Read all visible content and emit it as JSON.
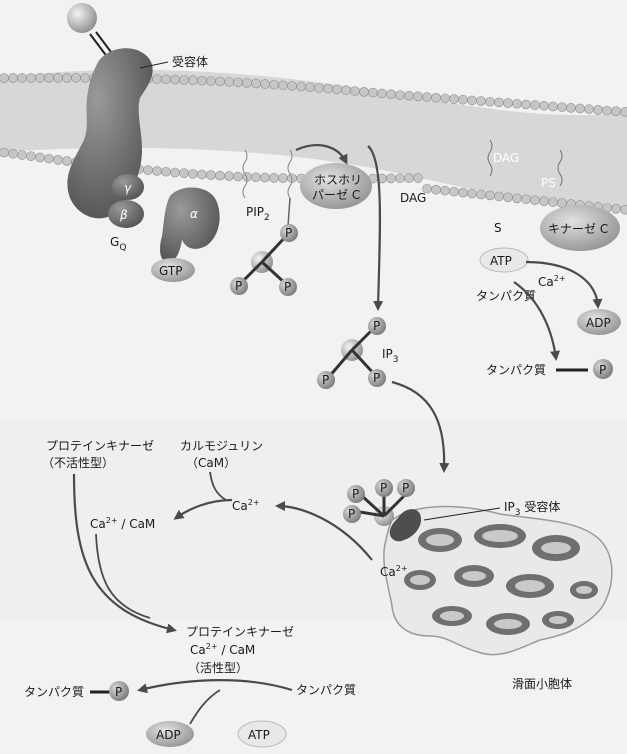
{
  "labels": {
    "receptor": "受容体",
    "gq": "G",
    "gq_sub": "Q",
    "gamma": "γ",
    "beta": "β",
    "alpha": "α",
    "gtp": "GTP",
    "pip": "PIP",
    "pip_sub": "2",
    "plc_line1": "ホスホリ",
    "plc_line2": "パーゼ C",
    "dag": "DAG",
    "dag_membrane": "DAG",
    "ps": "PS",
    "s": "S",
    "pkc": "キナーゼ C",
    "atp_top": "ATP",
    "ca_top": "Ca",
    "ca_top_sup": "2+",
    "protein_top": "タンパク質",
    "adp_top": "ADP",
    "protein_p_top": "タンパク質",
    "p": "P",
    "ip3": "IP",
    "ip3_sub": "3",
    "pk_inactive_line1": "プロテインキナーゼ",
    "pk_inactive_line2": "（不活性型）",
    "calmodulin_line1": "カルモジュリン",
    "calmodulin_line2": "（CaM）",
    "ca_mid": "Ca",
    "ca_mid_sup": "2+",
    "ca_cam": "Ca",
    "ca_cam_sup": "2+",
    "ca_cam_rest": " / CaM",
    "ip3_receptor": "IP",
    "ip3_receptor_sub": "3",
    "ip3_receptor_rest": " 受容体",
    "ca_er": "Ca",
    "ca_er_sup": "2+",
    "pk_active_line1": "プロテインキナーゼ",
    "pk_active_line2_a": "Ca",
    "pk_active_line2_sup": "2+",
    "pk_active_line2_b": " / CaM",
    "pk_active_line3": "（活性型）",
    "protein_p_bottom": "タンパク質",
    "protein_bottom": "タンパク質",
    "adp_bottom": "ADP",
    "atp_bottom": "ATP",
    "er": "滑面小胞体"
  },
  "colors": {
    "receptor": "#6f6f6f",
    "membrane_head": "#cfcfcd",
    "capsule": "#a8a8a6",
    "phosphate": "#8c8c8a",
    "arrow": "#4a4a4a"
  }
}
